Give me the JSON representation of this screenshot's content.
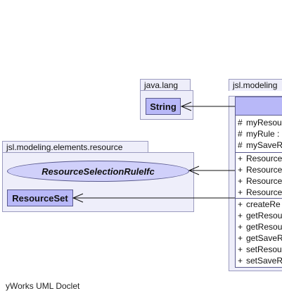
{
  "packages": {
    "java_lang": {
      "name": "java.lang",
      "classes": {
        "string": "String"
      }
    },
    "resource_pkg": {
      "name": "jsl.modeling.elements.resource",
      "interface": "ResourceSelectionRuleIfc",
      "class": "ResourceSet"
    },
    "main_pkg": {
      "name": "jsl.modeling"
    }
  },
  "main_class": {
    "attributes": [
      {
        "vis": "#",
        "text": "myResou"
      },
      {
        "vis": "#",
        "text": "myRule :"
      },
      {
        "vis": "#",
        "text": "mySaveR"
      }
    ],
    "constructors": [
      {
        "vis": "+",
        "text": "Resource"
      },
      {
        "vis": "+",
        "text": "Resource"
      },
      {
        "vis": "+",
        "text": "Resource"
      },
      {
        "vis": "+",
        "text": "Resource"
      }
    ],
    "methods": [
      {
        "vis": "+",
        "text": "createRe"
      },
      {
        "vis": "+",
        "text": "getResou"
      },
      {
        "vis": "+",
        "text": "getResou"
      },
      {
        "vis": "+",
        "text": "getSaveR"
      },
      {
        "vis": "+",
        "text": "setResou"
      },
      {
        "vis": "+",
        "text": "setSaveR"
      }
    ]
  },
  "footer": "yWorks UML Doclet"
}
